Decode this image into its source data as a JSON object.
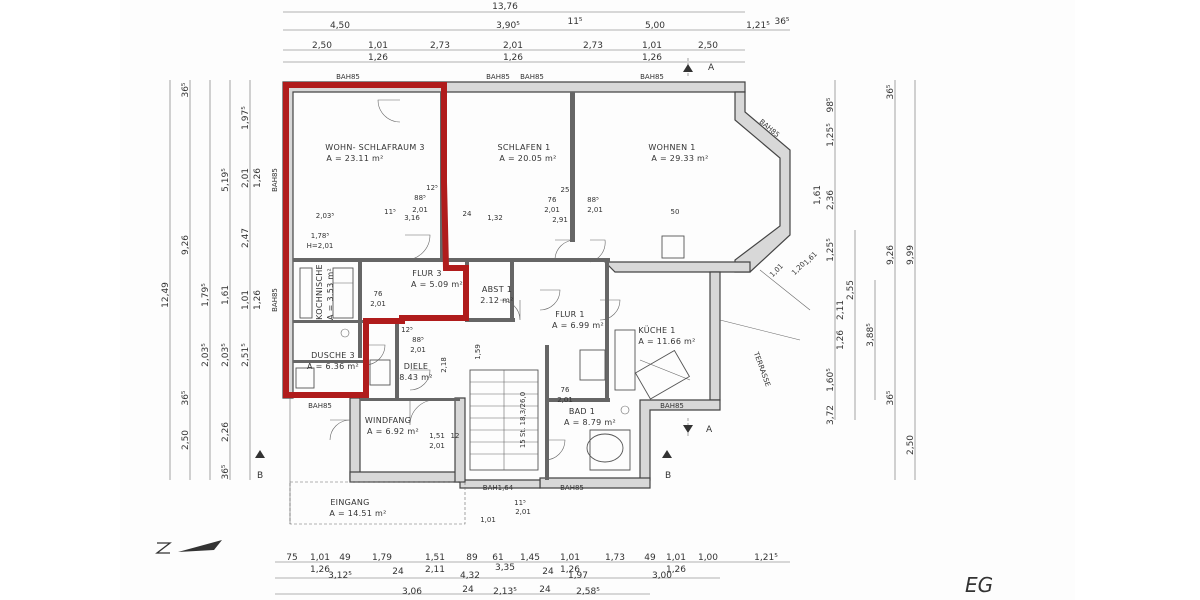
{
  "floor_label": "EG",
  "highlight_color": "#b01c1c",
  "rooms": [
    {
      "name": "WOHN- SCHLAFRAUM 3",
      "area": "A = 23.11 m²"
    },
    {
      "name": "SCHLAFEN 1",
      "area": "A = 20.05 m²"
    },
    {
      "name": "WOHNEN 1",
      "area": "A = 29.33 m²"
    },
    {
      "name": "FLUR 3",
      "area": "A = 5.09 m²"
    },
    {
      "name": "ABST 1",
      "area": "2.12 m²"
    },
    {
      "name": "FLUR 1",
      "area": "A = 6.99 m²"
    },
    {
      "name": "KÜCHE 1",
      "area": "A = 11.66 m²"
    },
    {
      "name": "KOCHNISCHE",
      "area": "A = 3.53 m²"
    },
    {
      "name": "DUSCHE 3",
      "area": "A = 6.36 m²"
    },
    {
      "name": "DIELE",
      "area": "8.43 m²"
    },
    {
      "name": "WINDFANG",
      "area": "A = 6.92 m²"
    },
    {
      "name": "BAD 1",
      "area": "A = 8.79 m²"
    },
    {
      "name": "EINGANG",
      "area": "A = 14.51 m²"
    }
  ],
  "terrace_label": "TERRASSE",
  "section_markers": [
    "A",
    "A",
    "B",
    "B"
  ],
  "top_dimensions": {
    "row1": [
      "13,76"
    ],
    "row2": [
      "4,50",
      "3,90⁵",
      "11⁵",
      "5,00",
      "1,21⁵",
      "36⁵"
    ],
    "row3": [
      "2,50",
      "1,01",
      "2,73",
      "2,01",
      "2,73",
      "1,01",
      "2,50"
    ],
    "row3_sub": [
      "1,26",
      "1,26",
      "1,26"
    ]
  },
  "bottom_dimensions": {
    "row1": [
      "75",
      "1,01",
      "49",
      "1,79",
      "1,51",
      "89",
      "61",
      "1,45",
      "1,01",
      "1,73",
      "49",
      "1,01",
      "1,00",
      "1,21⁵"
    ],
    "row1_sub": [
      "1,26",
      "2,11",
      "1,26",
      "1,26"
    ],
    "row2": [
      "3,12⁵",
      "24",
      "4,32",
      "3,35",
      "24",
      "1,97",
      "3,00"
    ],
    "row3": [
      "3,06",
      "24",
      "2,13⁵",
      "24",
      "2,58⁵"
    ]
  },
  "left_dimensions": [
    "36⁵",
    "1,97⁵",
    "5,19⁵",
    "2,01",
    "1,26",
    "9,26",
    "12,49",
    "2,47",
    "1,79⁵",
    "1,61",
    "1,01",
    "1,26",
    "2,03⁵",
    "2,03⁵",
    "2,51⁵",
    "36⁵",
    "2,50",
    "2,26",
    "36⁵"
  ],
  "right_dimensions": [
    "36⁵",
    "98⁵",
    "1,25⁵",
    "2,36",
    "1,61",
    "1,25⁵",
    "2,55",
    "2,11",
    "1,26",
    "3,88⁵",
    "9,26",
    "9,99",
    "1,60⁵",
    "3,72",
    "36⁵",
    "2,50"
  ],
  "window_labels": [
    "BAH85",
    "BAH85",
    "BAH85",
    "BAH85",
    "BAH85",
    "BAH85",
    "BAH85",
    "BAH85",
    "BAH85",
    "BAH85",
    "BAH1,64"
  ],
  "interior_dimensions": [
    "88⁵",
    "2,01",
    "12⁵",
    "2,03⁵",
    "11⁵",
    "3,16",
    "24",
    "1,32",
    "25",
    "76",
    "2,01",
    "2,91",
    "88⁵",
    "2,01",
    "50",
    "1,78⁵",
    "H=2,01",
    "76",
    "2,01",
    "12⁵",
    "88⁵",
    "2,01",
    "2,18",
    "1,59",
    "1,51",
    "2,01",
    "12",
    "1,01",
    "11⁵",
    "2,01",
    "76",
    "2,01",
    "15 St. 18,3/26,0",
    "1,20",
    "1,61",
    "1,01"
  ]
}
